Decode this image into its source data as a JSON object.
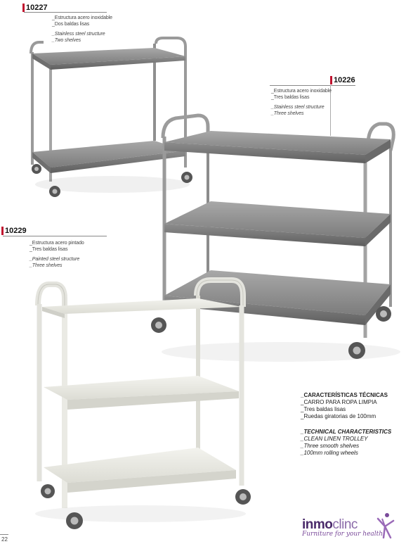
{
  "products": [
    {
      "code": "10227",
      "es": [
        "_Estructura acero inoxidable",
        "_Dos baldas lisas"
      ],
      "en": [
        "_Stainless steel structure",
        "_Two shelves"
      ]
    },
    {
      "code": "10226",
      "es": [
        "_Estructura acero inoxidable",
        "_Tres baldas lisas"
      ],
      "en": [
        "_Stainless steel structure",
        "_Three shelves"
      ]
    },
    {
      "code": "10229",
      "es": [
        "_Estructura acero pintado",
        "_Tres baldas lisas"
      ],
      "en": [
        "_Painted steel structure",
        "_Three shelves"
      ]
    }
  ],
  "technical": {
    "es_heading": "_CARACTERÍSTICAS TÉCNICAS",
    "es_lines": [
      "_CARRO PARA ROPA LIMPIA",
      "_Tres baldas lisas",
      "_Ruedas giratorias de 100mm"
    ],
    "en_heading": "_TECHNICAL CHARACTERISTICS",
    "en_lines": [
      "_CLEAN LINEN TROLLEY",
      "_Three smooth shelves",
      "_100mm rolling wheels"
    ]
  },
  "brand": {
    "name_bold": "inmo",
    "name_light": "clinc",
    "tagline": "Furniture for your health"
  },
  "page_number": "22"
}
